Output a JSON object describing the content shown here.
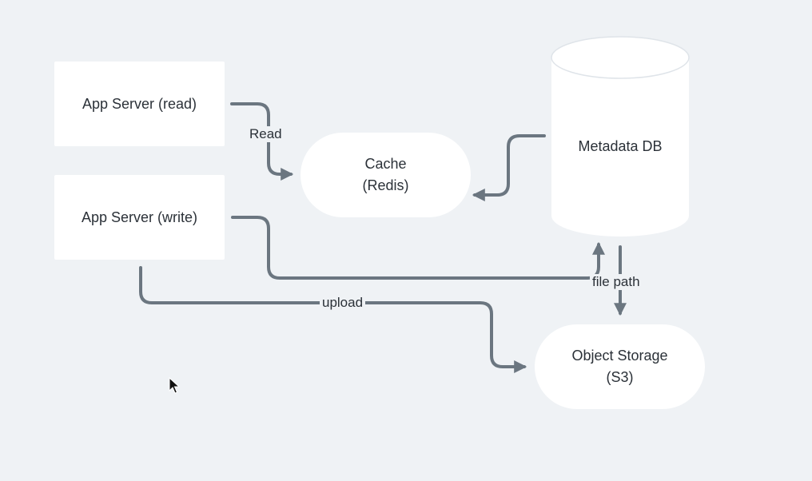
{
  "nodes": {
    "app_server_read": "App Server (read)",
    "app_server_write": "App Server (write)",
    "cache": [
      "Cache",
      "(Redis)"
    ],
    "metadata_db": "Metadata DB",
    "object_storage": [
      "Object Storage",
      "(S3)"
    ]
  },
  "edges": {
    "read": "Read",
    "upload": "upload",
    "file_path": "file path"
  },
  "colors": {
    "background": "#eff2f5",
    "node_fill": "#ffffff",
    "connector": "#6b7680",
    "text": "#2b3138"
  }
}
